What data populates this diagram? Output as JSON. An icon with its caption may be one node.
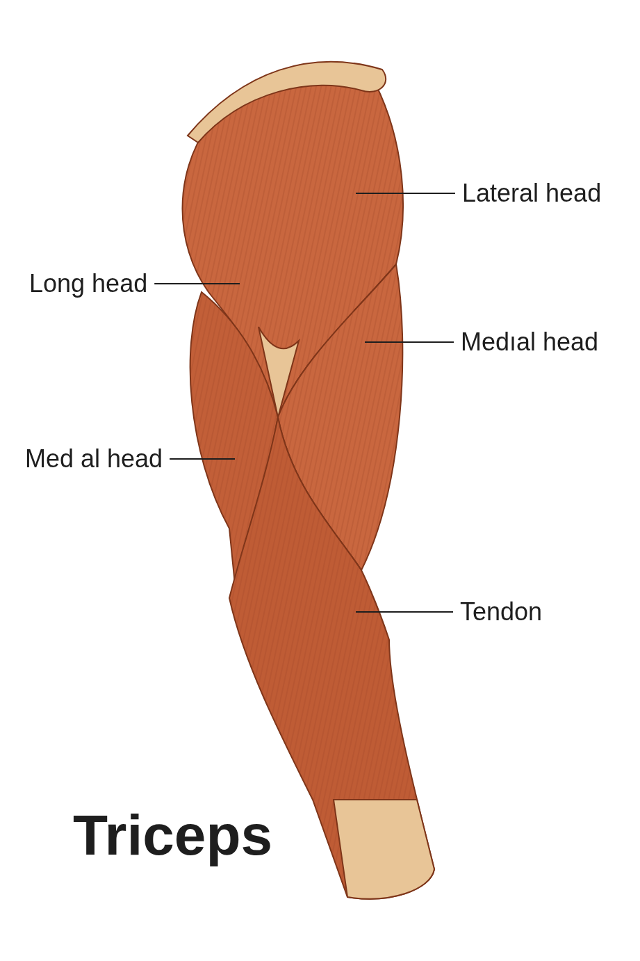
{
  "diagram": {
    "title": "Triceps",
    "nodes": [
      {
        "text": [
          "Lateral head"
        ]
      },
      {
        "text": [
          "Long head"
        ]
      },
      {
        "text": [
          "Medıal head"
        ]
      },
      {
        "text": [
          "Med al head"
        ]
      },
      {
        "text": [
          "Tendon"
        ]
      }
    ],
    "edges": [
      {
        "from": 0,
        "to": null,
        "arrow": "none"
      },
      {
        "from": 1,
        "to": null,
        "arrow": "none"
      },
      {
        "from": 2,
        "to": null,
        "arrow": "none"
      },
      {
        "from": 3,
        "to": null,
        "arrow": "none"
      },
      {
        "from": 4,
        "to": null,
        "arrow": "none"
      }
    ]
  }
}
